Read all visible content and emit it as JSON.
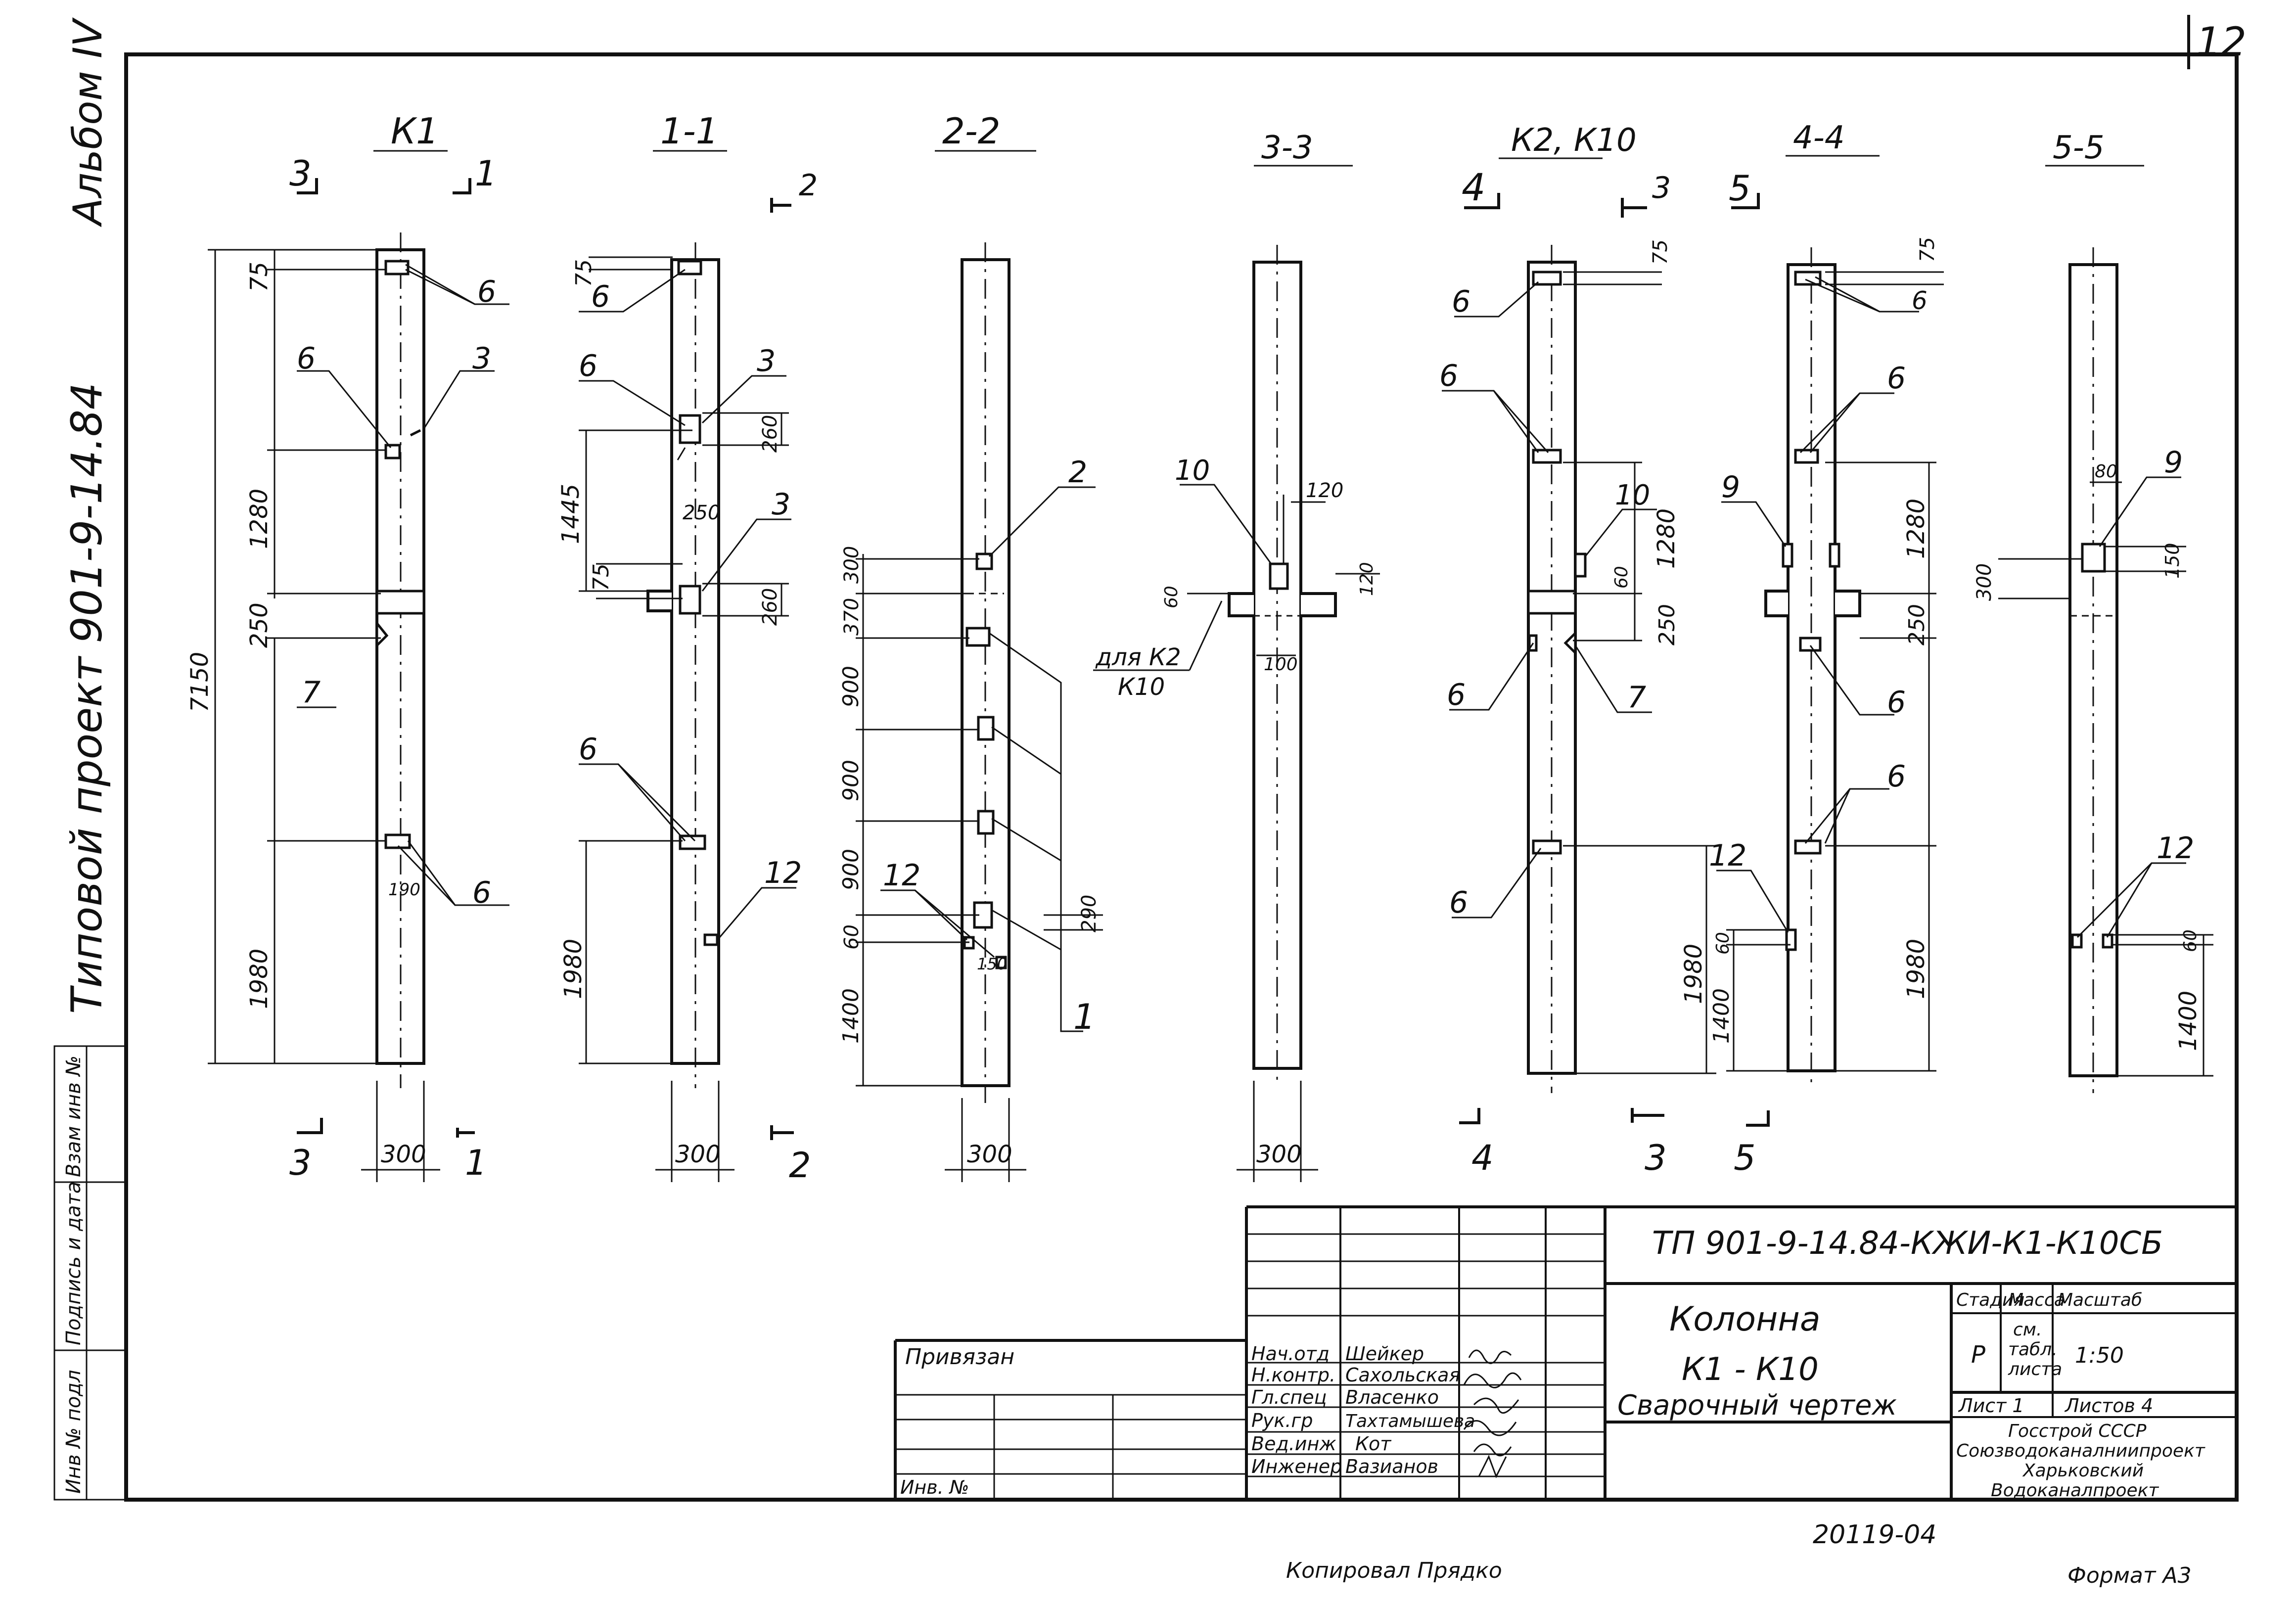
{
  "sheet": {
    "page_number": "12",
    "album": "Альбом IV",
    "project": "Типовой проект 901-9-14.84"
  },
  "side_stamp": [
    "Взам инв №",
    "Подпись и дата",
    "Инв № подл"
  ],
  "views": {
    "k1": {
      "title": "К1",
      "cut_marks": [
        "3",
        "1",
        "3",
        "1"
      ],
      "dims": [
        "75",
        "1280",
        "250",
        "7150",
        "1980",
        "190",
        "300"
      ],
      "tags": [
        "6",
        "6",
        "3",
        "7",
        "6"
      ]
    },
    "s11": {
      "title": "1-1",
      "cut_marks": [
        "2",
        "2"
      ],
      "dims": [
        "75",
        "260",
        "1445",
        "250",
        "75",
        "260",
        "1980",
        "300"
      ],
      "tags": [
        "6",
        "6",
        "3",
        "3",
        "6",
        "12"
      ]
    },
    "s22": {
      "title": "2-2",
      "dims": [
        "300",
        "370",
        "900",
        "900",
        "900",
        "60",
        "1400",
        "290",
        "150",
        "300"
      ],
      "tags": [
        "2",
        "12",
        "1"
      ]
    },
    "s33": {
      "title": "3-3",
      "dims": [
        "120",
        "60",
        "120",
        "100",
        "300"
      ],
      "tags": [
        "10"
      ],
      "note1": "для К2",
      "note2": "К10"
    },
    "k2": {
      "title": "К2, К10",
      "cut_marks": [
        "4",
        "3",
        "4",
        "3"
      ],
      "dims": [
        "75",
        "1280",
        "60",
        "250",
        "1980"
      ],
      "tags": [
        "6",
        "6",
        "10",
        "6",
        "7",
        "6"
      ]
    },
    "s44": {
      "title": "4-4",
      "cut_marks": [
        "5",
        "5"
      ],
      "dims": [
        "75",
        "1280",
        "250",
        "60",
        "1400",
        "1980"
      ],
      "tags": [
        "6",
        "6",
        "9",
        "6",
        "6",
        "12"
      ]
    },
    "s55": {
      "title": "5-5",
      "dims": [
        "80",
        "300",
        "150",
        "60",
        "1400"
      ],
      "tags": [
        "9",
        "12"
      ]
    }
  },
  "title_block": {
    "code": "ТП 901-9-14.84-КЖИ-К1-К10СБ",
    "drawing_name_1": "Колонна",
    "drawing_name_2": "К1 - К10",
    "drawing_name_3": "Сварочный чертеж",
    "privyazan": "Привязан",
    "inv_no": "Инв. №",
    "roles": [
      {
        "role": "Нач.отд",
        "name": "Шейкер"
      },
      {
        "role": "Н.контр.",
        "name": "Сахольская"
      },
      {
        "role": "Гл.спец",
        "name": "Власенко"
      },
      {
        "role": "Рук.гр",
        "name": "Тахтамышева"
      },
      {
        "role": "Вед.инж",
        "name": "Кот"
      },
      {
        "role": "Инженер",
        "name": "Вазианов"
      }
    ],
    "stage_label": "Стадия",
    "mass_label": "Масса",
    "scale_label": "Масштаб",
    "stage_value": "Р",
    "mass_value_1": "см.",
    "mass_value_2": "табл.",
    "mass_value_3": "листа",
    "scale_value": "1:50",
    "sheet_label": "Лист 1",
    "sheets_label": "Листов 4",
    "org_1": "Госстрой СССР",
    "org_2": "Союзводоканалниипроект",
    "org_3": "Харьковский",
    "org_4": "Водоканалпроект"
  },
  "footer": {
    "order_no": "20119-04",
    "copied": "Копировал Прядко",
    "format": "Формат А3"
  }
}
